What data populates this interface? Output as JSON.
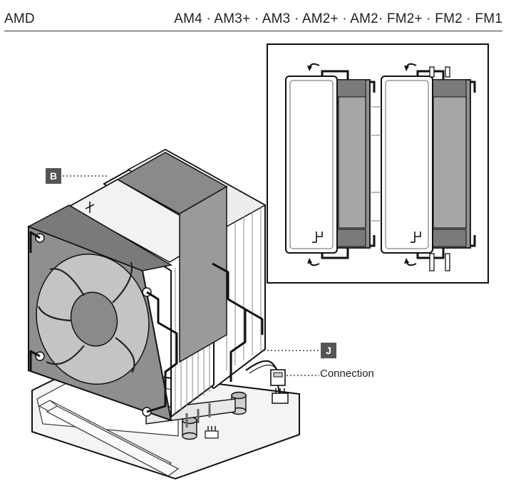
{
  "header": {
    "brand": "AMD",
    "sockets": "AM4 · AM3+ · AM3 · AM2+ · AM2· FM2+ · FM2 · FM1"
  },
  "callouts": {
    "b": "B",
    "j": "J",
    "connection": "Connection"
  },
  "colors": {
    "text": "#222222",
    "badge": "#555555",
    "line": "#111111",
    "fan_gray": "#8a8a8a",
    "light_gray": "#e6e6e6"
  }
}
